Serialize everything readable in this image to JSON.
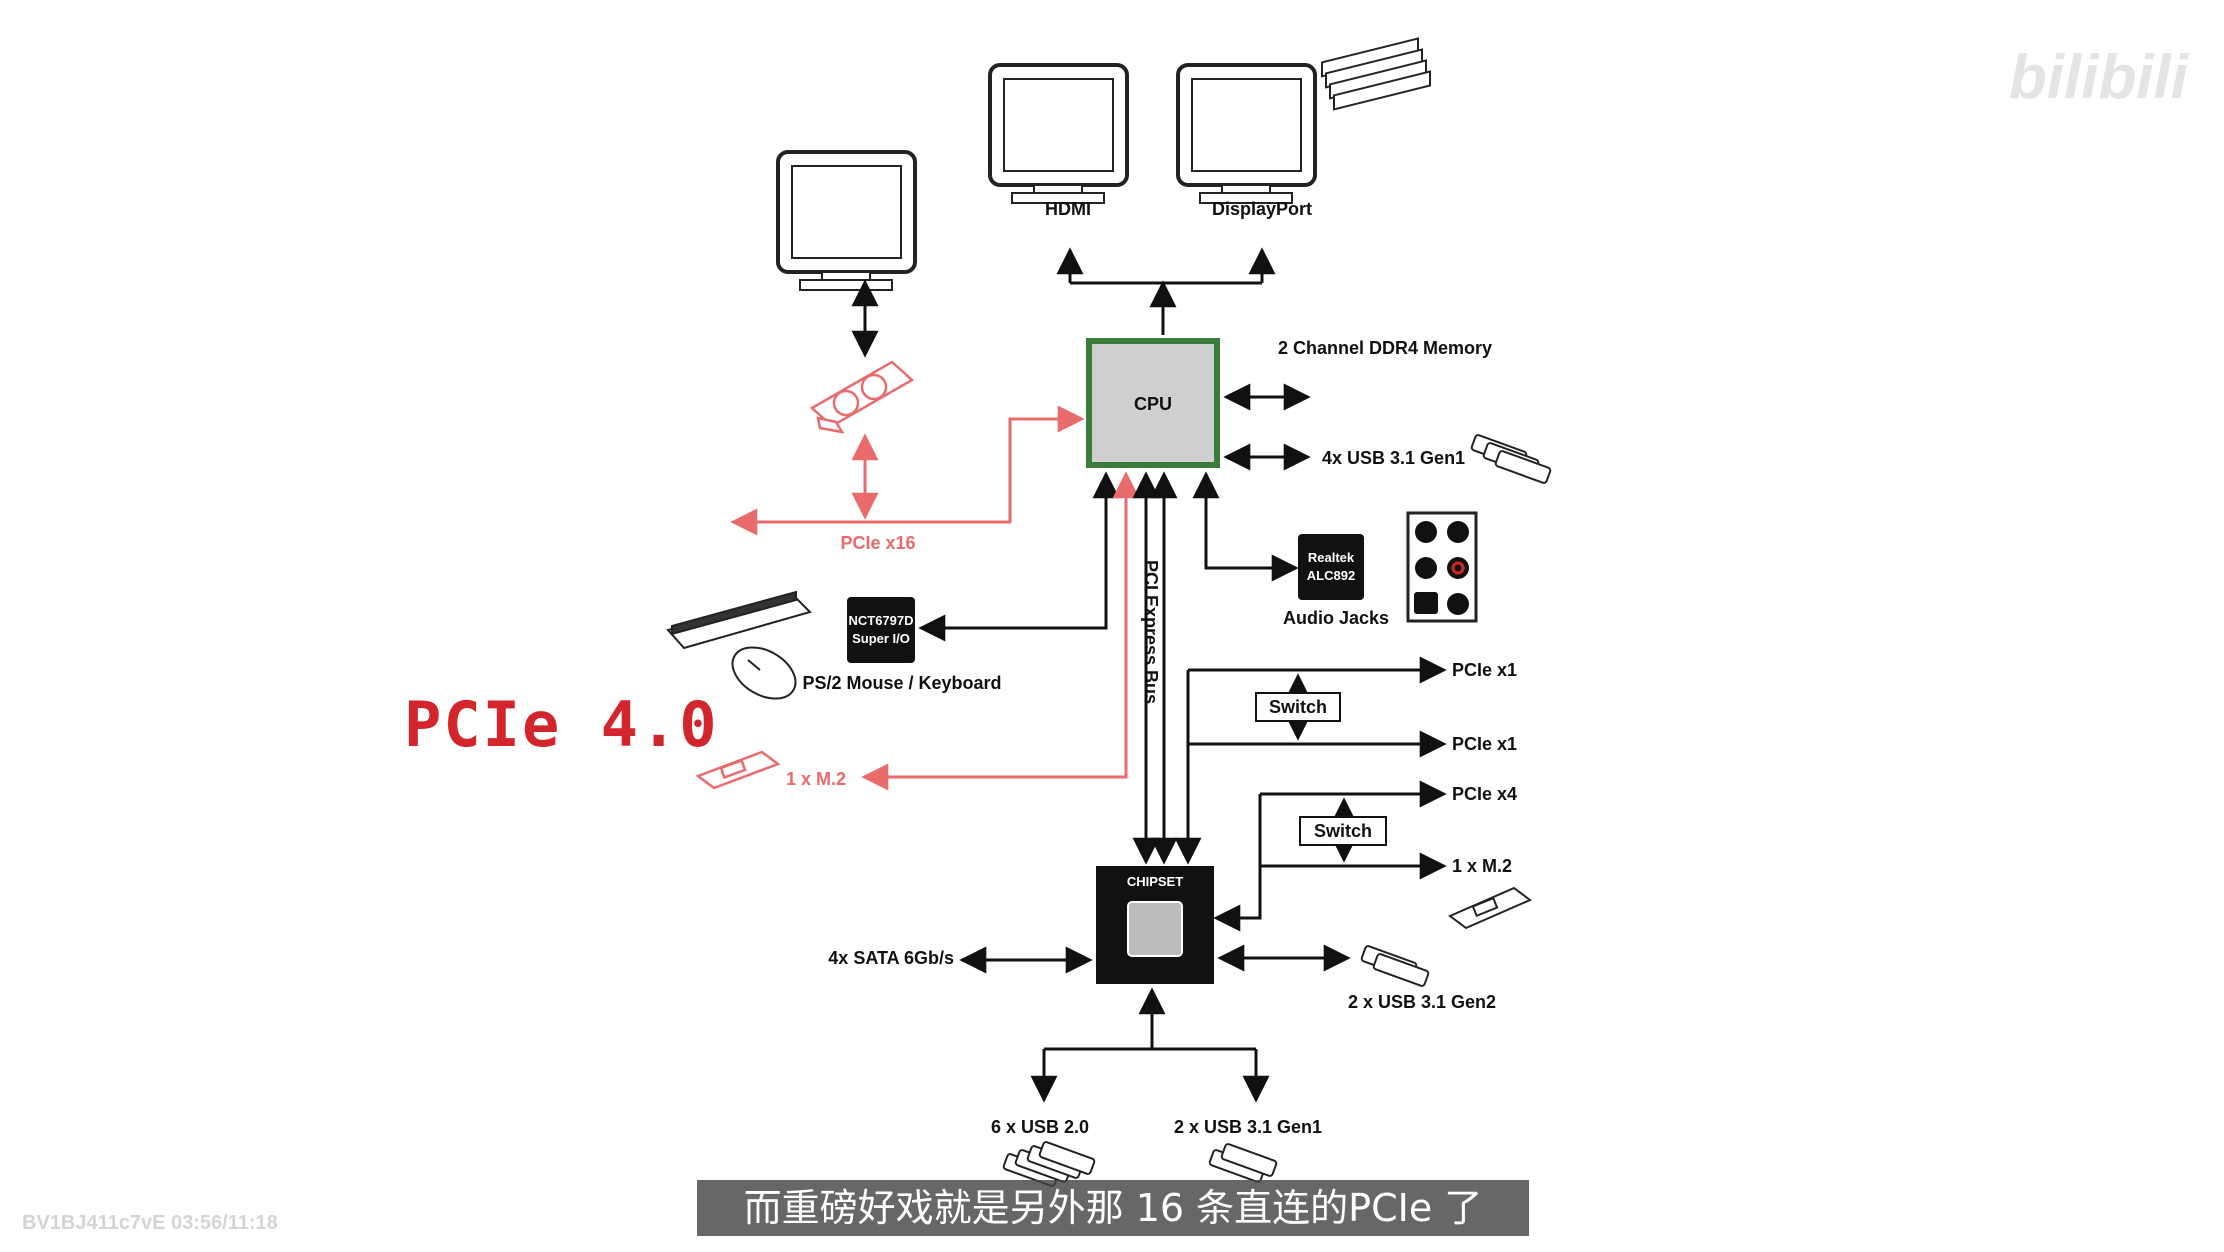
{
  "diagram": {
    "hdmi": "HDMI",
    "displayport": "DisplayPort",
    "cpu": "CPU",
    "ddr4": "2 Channel DDR4 Memory",
    "usb_cpu": "4x USB 3.1 Gen1",
    "pcie_x16": "PCIe x16",
    "realtek_1": "Realtek",
    "realtek_2": "ALC892",
    "audio": "Audio Jacks",
    "superio_1": "NCT6797D",
    "superio_2": "Super I/O",
    "ps2": "PS/2 Mouse / Keyboard",
    "m2_cpu": "1 x M.2",
    "pci_bus": "PCI Express Bus",
    "pcie_x1_a": "PCIe x1",
    "pcie_x1_b": "PCIe x1",
    "switch_a": "Switch",
    "pcie_x4": "PCIe x4",
    "switch_b": "Switch",
    "m2_chipset": "1 x M.2",
    "chipset": "CHIPSET",
    "sata": "4x SATA 6Gb/s",
    "usb_gen2": "2 x USB 3.1 Gen2",
    "usb20": "6 x USB 2.0",
    "usb_gen1_chipset": "2 x USB 3.1 Gen1"
  },
  "overlay": {
    "pcie40": "PCIe 4.0",
    "subtitle": "而重磅好戏就是另外那 16 条直连的PCIe 了",
    "watermark_id": "BV1BJ411c7vE 03:56/11:18",
    "logo": "bilibili"
  },
  "colors": {
    "highlight": "#e96b6b",
    "accent_red": "#d3252c",
    "line": "#111111",
    "cpu_border": "#3a7d3a"
  }
}
